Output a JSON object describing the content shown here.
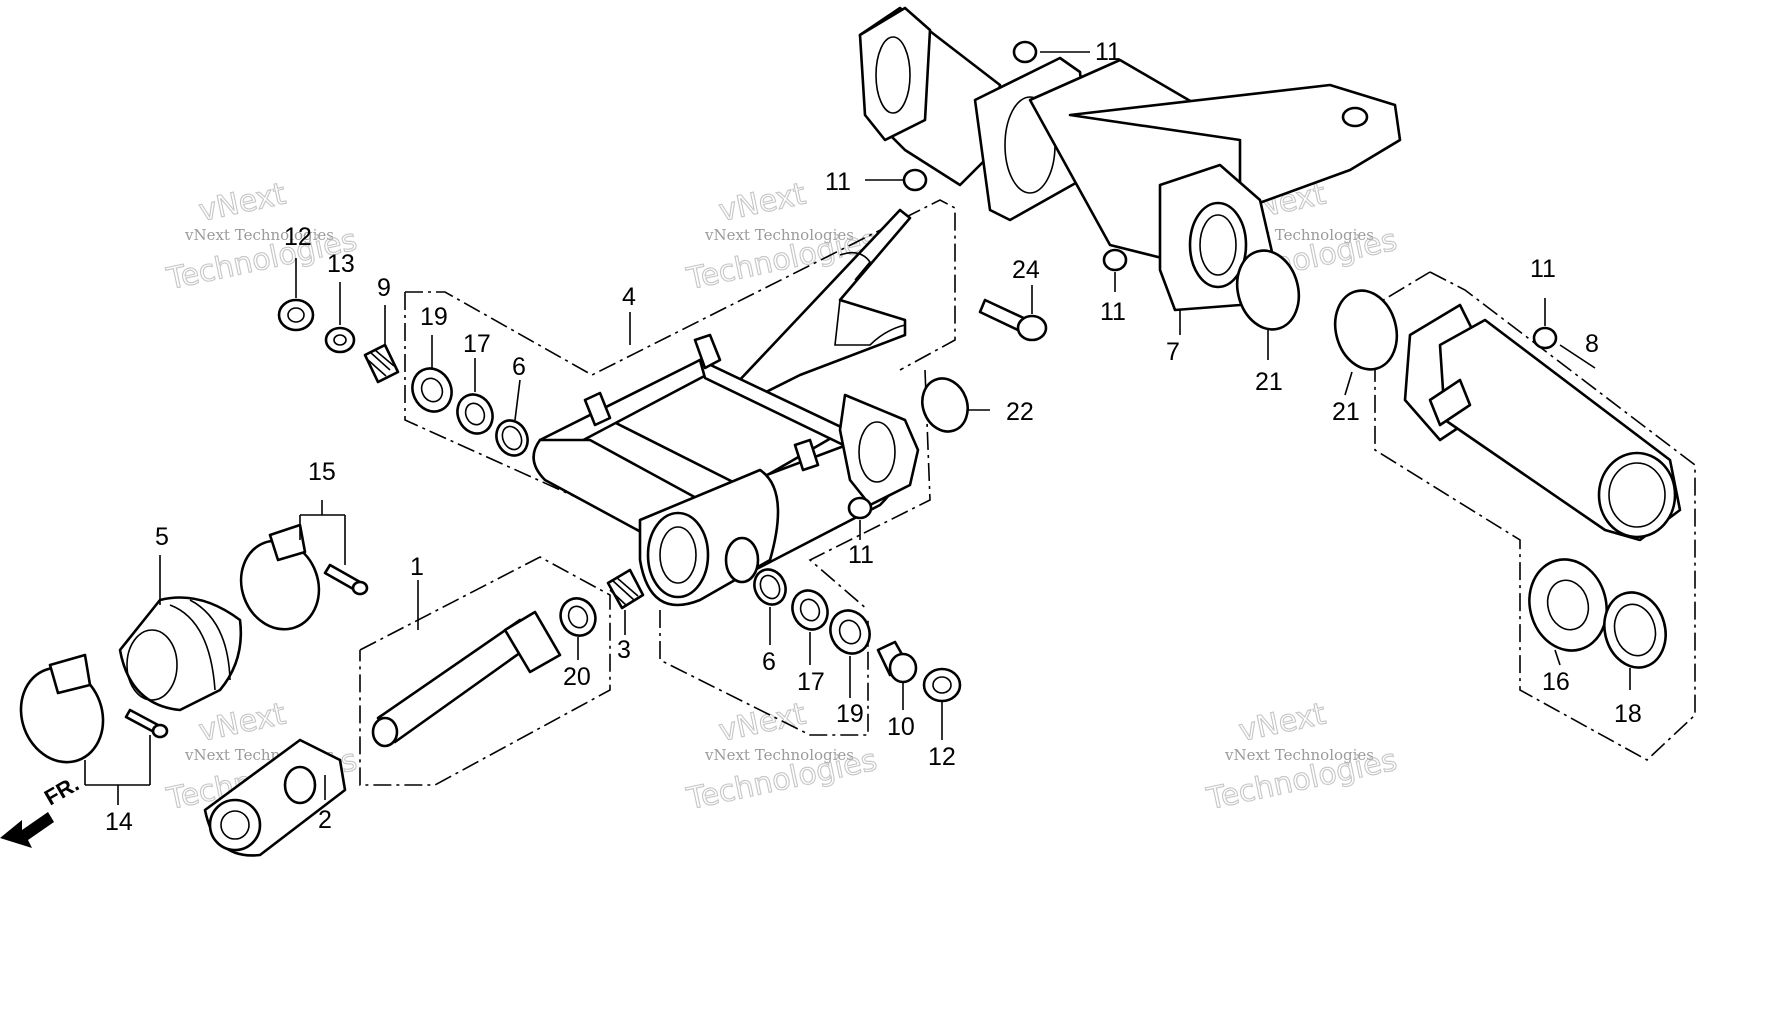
{
  "watermark": {
    "line1": "vNext Technologies",
    "line2": "vNext",
    "line3": "Technologies"
  },
  "direction_label": "FR.",
  "callouts": {
    "n1": "1",
    "n2": "2",
    "n3": "3",
    "n4": "4",
    "n5": "5",
    "n6a": "6",
    "n6b": "6",
    "n7": "7",
    "n8": "8",
    "n9": "9",
    "n10": "10",
    "n11a": "11",
    "n11b": "11",
    "n11c": "11",
    "n11d": "11",
    "n11e": "11",
    "n12a": "12",
    "n12b": "12",
    "n13": "13",
    "n14": "14",
    "n15": "15",
    "n16": "16",
    "n17a": "17",
    "n17b": "17",
    "n18": "18",
    "n19a": "19",
    "n19b": "19",
    "n20": "20",
    "n21a": "21",
    "n21b": "21",
    "n22": "22",
    "n24": "24"
  }
}
